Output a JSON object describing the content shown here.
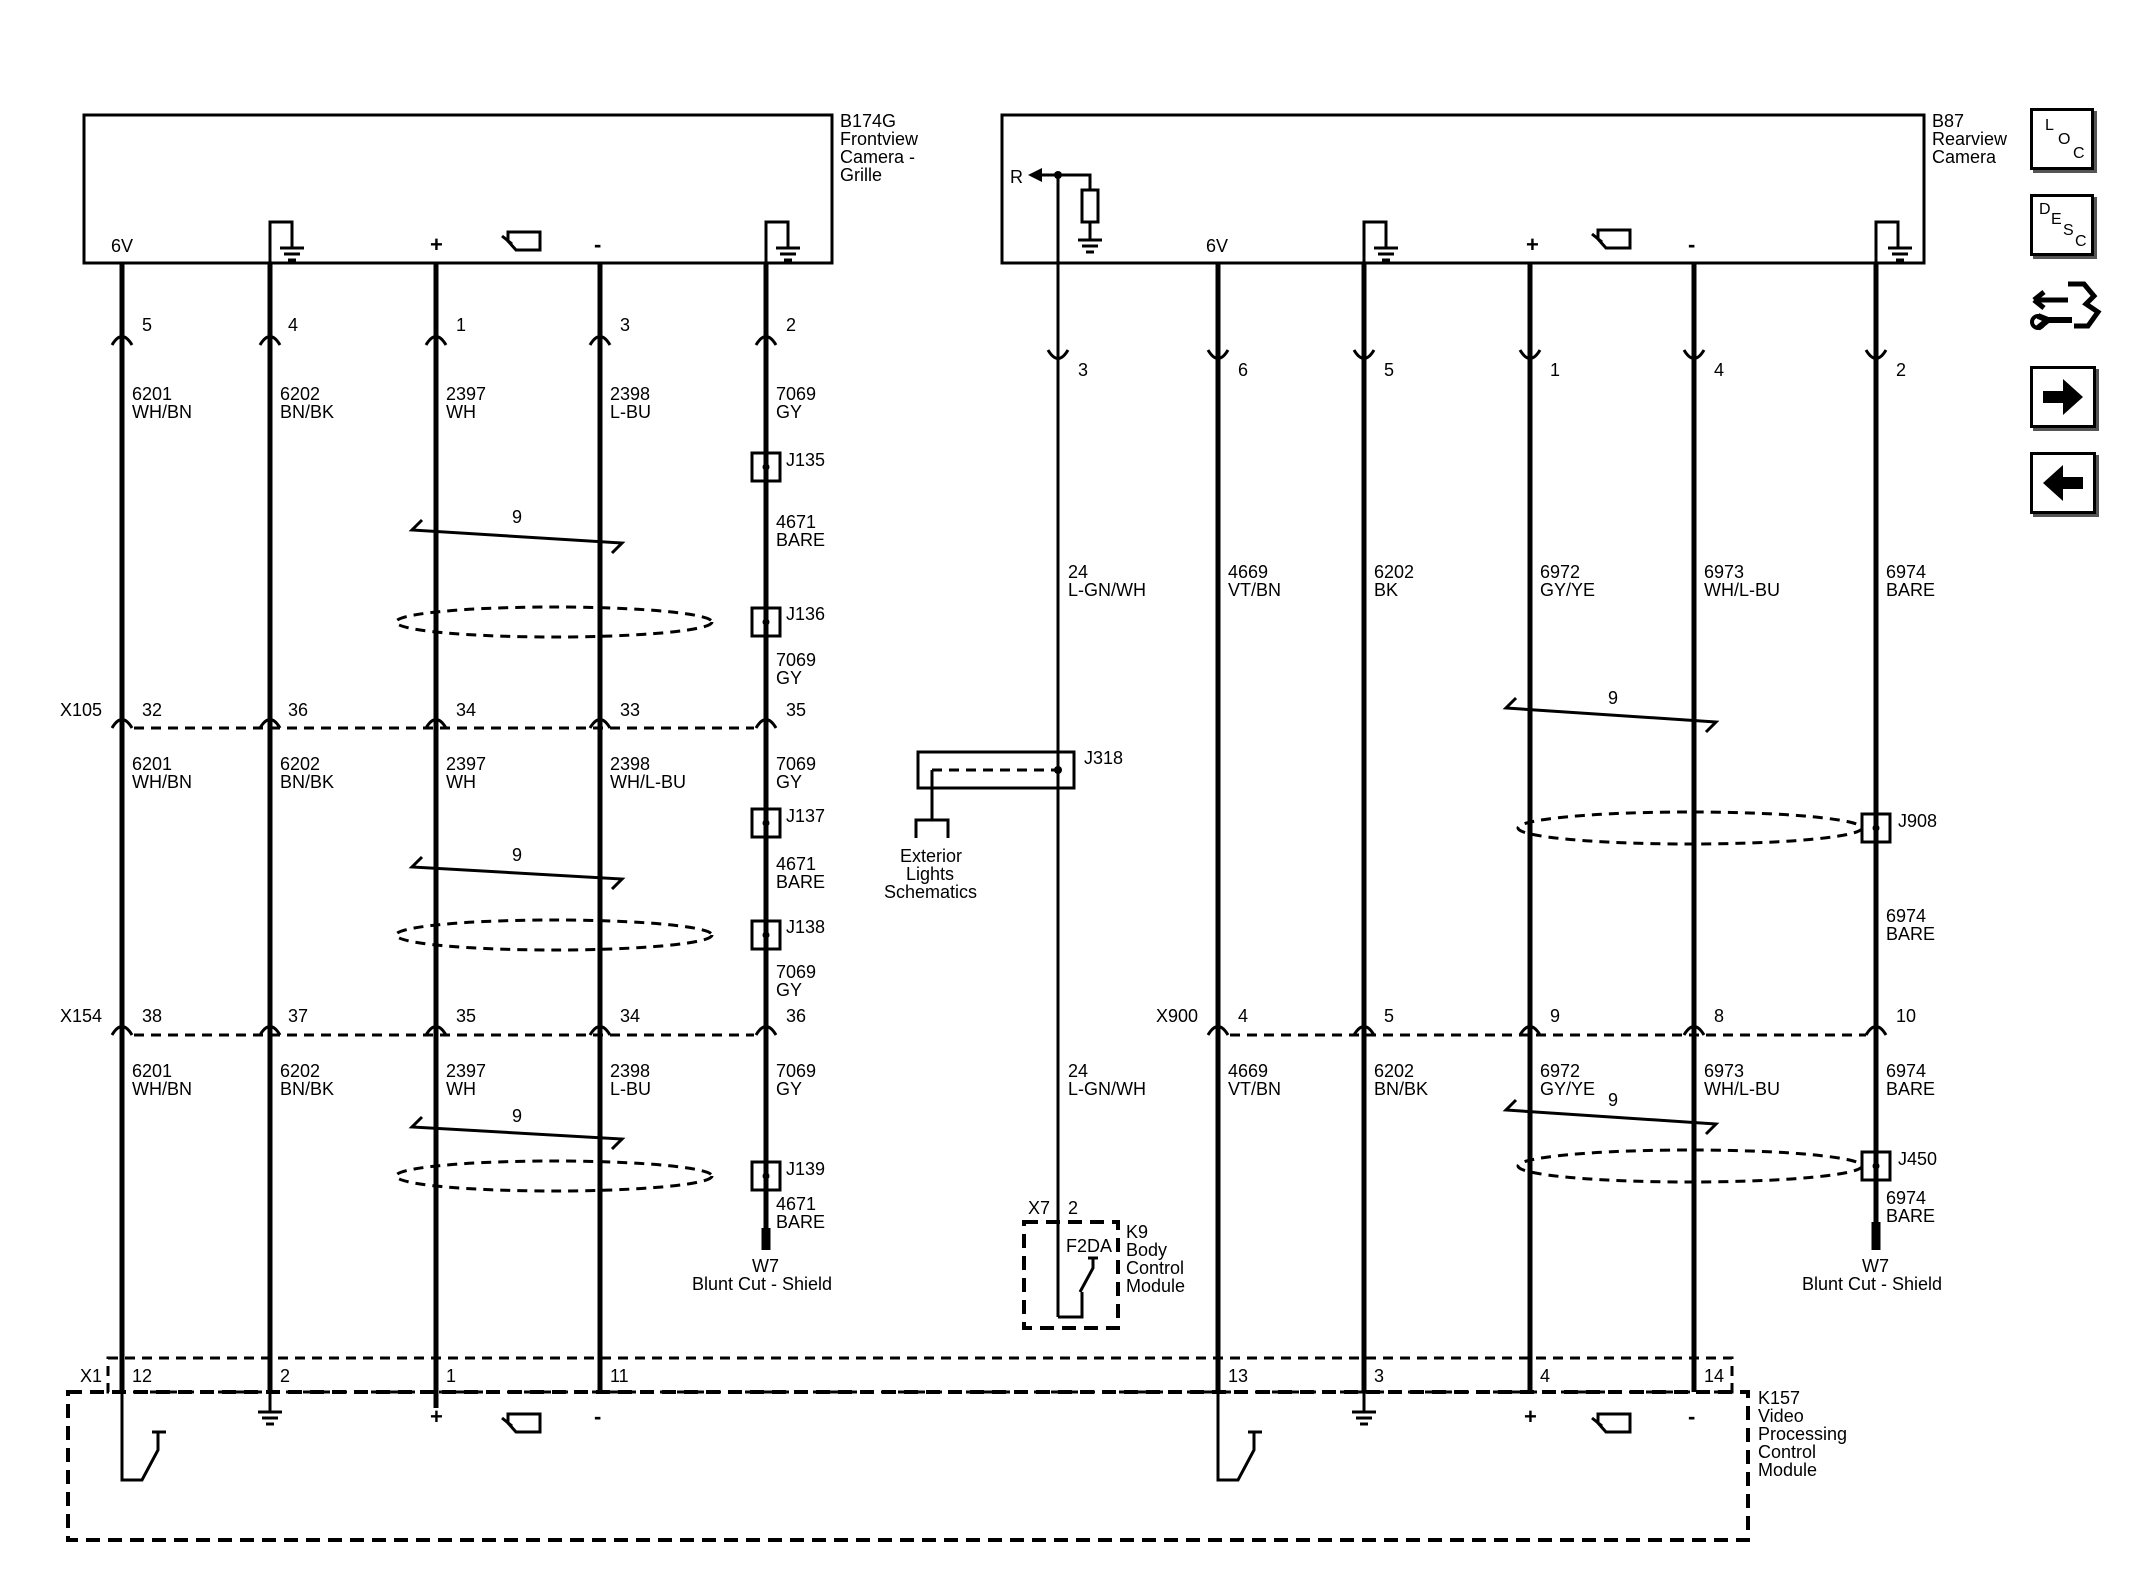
{
  "components": {
    "front_camera": {
      "id": "B174G",
      "name_lines": [
        "Frontview",
        "Camera -",
        "Grille"
      ]
    },
    "rear_camera": {
      "id": "B87",
      "name_lines": [
        "Rearview",
        "Camera"
      ]
    },
    "vpcm": {
      "id": "K157",
      "name_lines": [
        "Video",
        "Processing",
        "Control",
        "Module"
      ]
    },
    "bcm": {
      "id": "K9",
      "name_lines": [
        "Body",
        "Control",
        "Module"
      ],
      "circuit": "F2DA"
    }
  },
  "labels": {
    "six_v": "6V",
    "plus": "+",
    "minus": "-",
    "r_output": "R",
    "twist": "9",
    "shield_bottom_id": "W7",
    "shield_bottom_text": "Blunt Cut - Shield",
    "exterior_lines": [
      "Exterior",
      "Lights",
      "Schematics"
    ]
  },
  "connectors": {
    "x105": "X105",
    "x154": "X154",
    "x900": "X900",
    "x7": "X7",
    "x1": "X1"
  },
  "splices": {
    "j135": "J135",
    "j136": "J136",
    "j137": "J137",
    "j138": "J138",
    "j139": "J139",
    "j318": "J318",
    "j908": "J908",
    "j450": "J450"
  },
  "pins": {
    "fc_top": [
      "5",
      "4",
      "1",
      "3",
      "2"
    ],
    "x105": [
      "32",
      "36",
      "34",
      "33",
      "35"
    ],
    "x154": [
      "38",
      "37",
      "35",
      "34",
      "36"
    ],
    "x1_left": [
      "12",
      "2",
      "1",
      "11"
    ],
    "rc_top": [
      "3",
      "6",
      "5",
      "1",
      "4",
      "2"
    ],
    "x900": [
      "4",
      "5",
      "9",
      "8",
      "10"
    ],
    "x7": "2",
    "x1_right": [
      "13",
      "3",
      "4",
      "14"
    ]
  },
  "wires": {
    "fc_a": [
      [
        "6201",
        "WH/BN"
      ],
      [
        "6202",
        "BN/BK"
      ],
      [
        "2397",
        "WH"
      ],
      [
        "2398",
        "L-BU"
      ],
      [
        "7069",
        "GY"
      ]
    ],
    "fc_b": [
      [
        "6201",
        "WH/BN"
      ],
      [
        "6202",
        "BN/BK"
      ],
      [
        "2397",
        "WH"
      ],
      [
        "2398",
        "WH/L-BU"
      ],
      [
        "7069",
        "GY"
      ]
    ],
    "fc_c": [
      [
        "6201",
        "WH/BN"
      ],
      [
        "6202",
        "BN/BK"
      ],
      [
        "2397",
        "WH"
      ],
      [
        "2398",
        "L-BU"
      ],
      [
        "7069",
        "GY"
      ]
    ],
    "shield_f1": [
      [
        "4671",
        "BARE"
      ],
      [
        "7069",
        "GY"
      ]
    ],
    "shield_f2": [
      [
        "4671",
        "BARE"
      ],
      [
        "7069",
        "GY"
      ]
    ],
    "shield_f3": [
      "4671",
      "BARE"
    ],
    "rc_a": [
      [
        "24",
        "L-GN/WH"
      ],
      [
        "4669",
        "VT/BN"
      ],
      [
        "6202",
        "BK"
      ],
      [
        "6972",
        "GY/YE"
      ],
      [
        "6973",
        "WH/L-BU"
      ],
      [
        "6974",
        "BARE"
      ]
    ],
    "rc_shield_mid": [
      "6974",
      "BARE"
    ],
    "rc_b": [
      [
        "24",
        "L-GN/WH"
      ],
      [
        "4669",
        "VT/BN"
      ],
      [
        "6202",
        "BN/BK"
      ],
      [
        "6972",
        "GY/YE"
      ],
      [
        "6973",
        "WH/L-BU"
      ],
      [
        "6974",
        "BARE"
      ]
    ],
    "rc_shield_bot": [
      "6974",
      "BARE"
    ]
  },
  "nav": {
    "loc": [
      "L",
      "O",
      "C"
    ],
    "desc": [
      "D",
      "E",
      "S",
      "C"
    ],
    "icons": [
      "connector-wrench-icon",
      "arrow-right-icon",
      "arrow-left-icon"
    ]
  }
}
